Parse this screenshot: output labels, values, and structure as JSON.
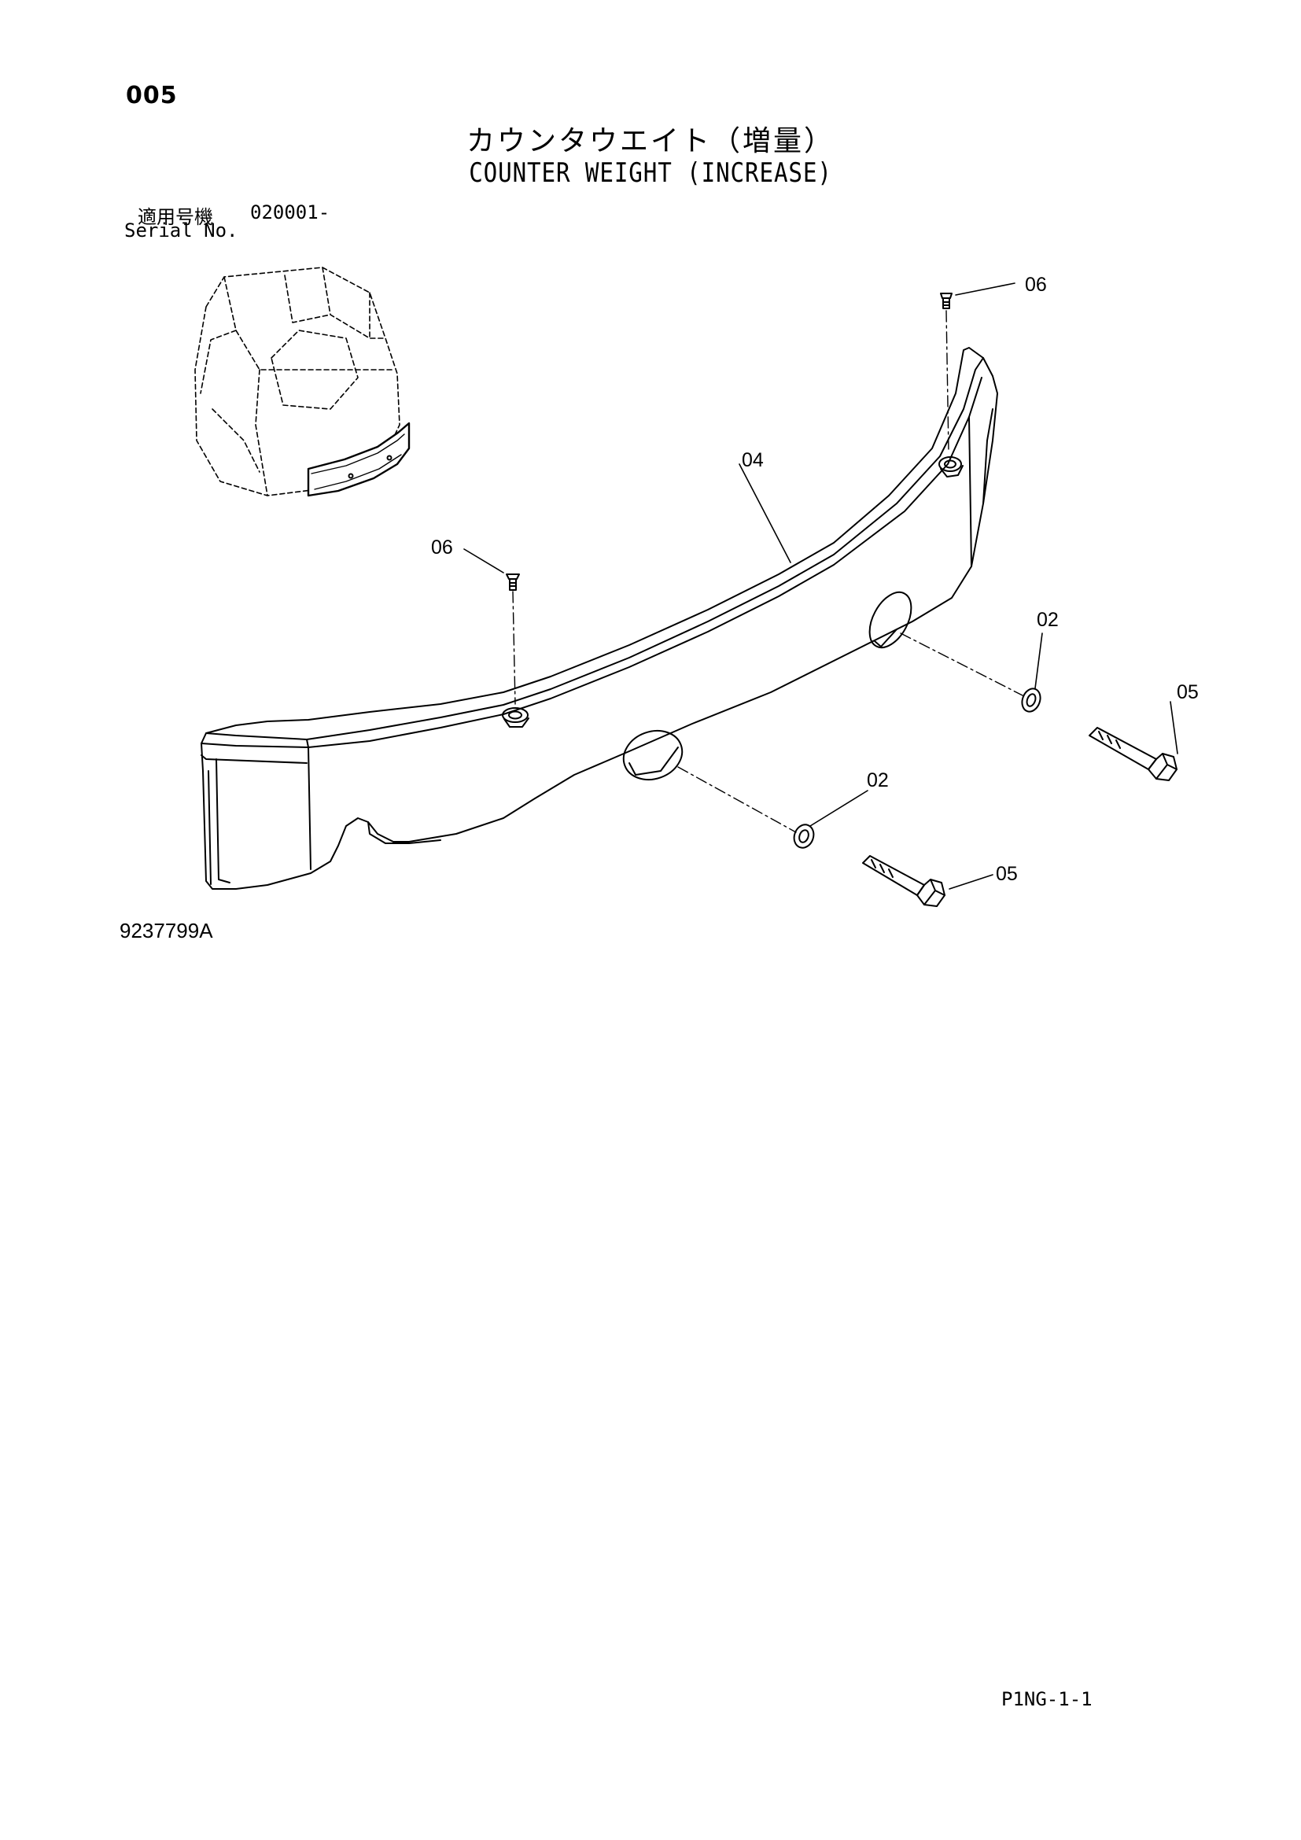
{
  "header": {
    "page_number": "005",
    "title_jp": "カウンタウエイト（増量）",
    "title_en": "COUNTER WEIGHT (INCREASE)"
  },
  "serial": {
    "label_jp": "適用号機",
    "value": "020001-",
    "label_en": "Serial No."
  },
  "callouts": {
    "bolt_plug_top": "06",
    "bolt_plug_left": "06",
    "counterweight": "04",
    "washer_right": "02",
    "washer_left": "02",
    "bolt_right": "05",
    "bolt_left": "05"
  },
  "footer": {
    "drawing_id": "9237799A",
    "page_ref": "P1NG-1-1"
  }
}
